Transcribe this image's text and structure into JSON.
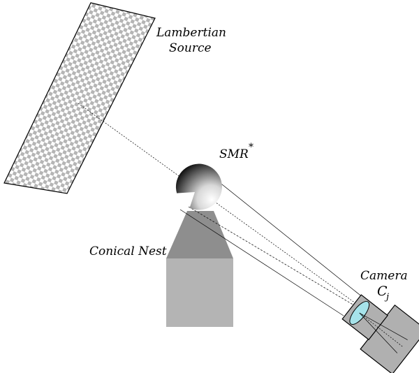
{
  "labels": {
    "source_line1": "Lambertian",
    "source_line2": "Source",
    "smr_text": "SMR",
    "smr_superscript": "*",
    "nest": "Conical Nest",
    "camera_line1": "Camera",
    "camera_symbol": "C",
    "camera_subscript": "j"
  },
  "colors": {
    "checker_light": "#ffffff",
    "checker_dark": "#b5b5b5",
    "nest_cone": "#8e8e8e",
    "nest_base": "#b4b4b4",
    "camera_body": "#b0b0b0",
    "lens": "#a6e3ea",
    "sphere_highlight": "#ffffff",
    "sphere_shadow": "#000000"
  }
}
